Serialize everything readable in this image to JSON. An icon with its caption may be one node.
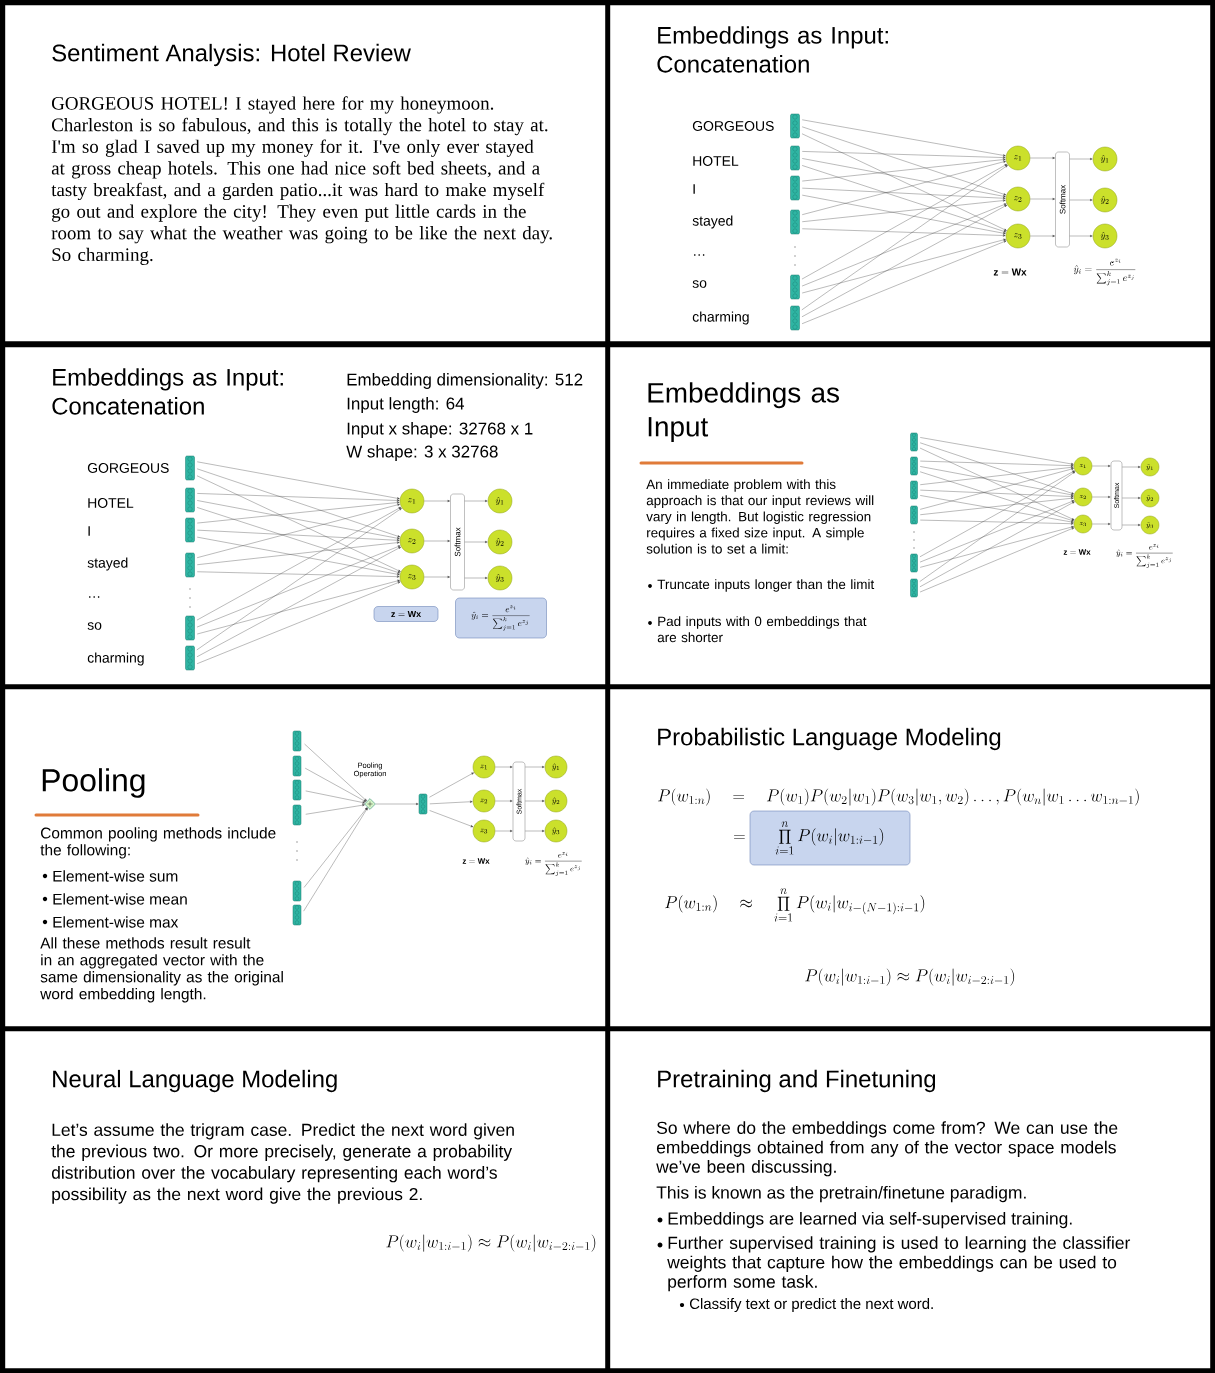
{
  "diagram": {
    "nodes": [
      {
        "text": [
          "Sentiment Analysis: Hotel Review",
          "GORGEOUS HOTEL! I stayed here for my honeymoon. Charleston is so fabulous, and this is totally the hotel to stay at. I'm so glad I saved up my money for it. I've only ever stayed at gross cheap hotels. This one had nice soft bed sheets, and a tasty breakfast, and a garden patio...it was hard to make myself go out and explore the city! They even put little cards in the room to say what the weather was going to be like the next day. So charming."
        ]
      },
      {
        "text": [
          "Embeddings as Input: Concatenation",
          "GORGEOUS",
          "HOTEL",
          "I",
          "stayed",
          "…",
          "so",
          "charming",
          "\\mathbf{z}=\\mathbf{W}\\mathbf{x}",
          "\\hat{y}_i=\\frac{e^{z_i}}{\\sum_{j=1}^{k}e^{z_j}}"
        ]
      },
      {
        "text": [],
        "shape": "box",
        "in": 1
      },
      {
        "text": [],
        "shape": "box",
        "in": 1
      },
      {
        "text": [],
        "shape": "box",
        "in": 1
      },
      {
        "text": [],
        "shape": "box",
        "in": 1
      },
      {
        "text": [],
        "shape": "box",
        "in": 1
      },
      {
        "text": [],
        "shape": "box",
        "in": 1
      },
      {
        "text": [
          "z_1"
        ],
        "in": 1
      },
      {
        "text": [
          "z_2"
        ],
        "in": 1
      },
      {
        "text": [
          "z_3"
        ],
        "in": 1
      },
      {
        "text": [
          "Softmax"
        ],
        "in": 1
      },
      {
        "text": [
          "\\hat{y}_1"
        ],
        "in": 1
      },
      {
        "text": [
          "\\hat{y}_2"
        ],
        "in": 1
      },
      {
        "text": [
          "\\hat{y}_3"
        ],
        "in": 1
      },
      {
        "text": [
          "Embeddings as Input: Concatenation",
          "Embedding dimensionality: 512",
          "Input length: 64",
          "Input x shape: 32768 x 1",
          "W shape: 3 x 32768",
          "GORGEOUS",
          "HOTEL",
          "I",
          "stayed",
          "…",
          "so",
          "charming"
        ]
      },
      {
        "text": [],
        "shape": "box",
        "in": 15
      },
      {
        "text": [],
        "shape": "box",
        "in": 15
      },
      {
        "text": [],
        "shape": "box",
        "in": 15
      },
      {
        "text": [],
        "shape": "box",
        "in": 15
      },
      {
        "text": [],
        "shape": "box",
        "in": 15
      },
      {
        "text": [],
        "shape": "box",
        "in": 15
      },
      {
        "text": [
          "z_1"
        ],
        "in": 15
      },
      {
        "text": [
          "z_2"
        ],
        "in": 15
      },
      {
        "text": [
          "z_3"
        ],
        "in": 15
      },
      {
        "text": [
          "Softmax"
        ],
        "in": 15
      },
      {
        "text": [
          "\\hat{y}_1"
        ],
        "in": 15
      },
      {
        "text": [
          "\\hat{y}_2"
        ],
        "in": 15
      },
      {
        "text": [
          "\\hat{y}_3"
        ],
        "in": 15
      },
      {
        "text": [
          "\\mathbf{z}=\\mathbf{W}\\mathbf{x}"
        ],
        "in": 15
      },
      {
        "text": [
          "\\hat{y}_i=\\frac{e^{z_i}}{\\sum_{j=1}^{k}e^{z_j}}"
        ],
        "in": 15
      },
      {
        "text": [
          "Embeddings as Input",
          "An immediate problem with this approach is that our input reviews will vary in length. But logistic regression requires a fixed size input. A simple solution is to set a limit:",
          "Truncate inputs longer than the limit",
          "Pad inputs with 0 embeddings that are shorter",
          "\\mathbf{z}=\\mathbf{W}\\mathbf{x}",
          "\\hat{y}_i=\\frac{e^{z_i}}{\\sum_{j=1}^{k}e^{z_j}}"
        ]
      },
      {
        "text": [],
        "shape": "box",
        "in": 31
      },
      {
        "text": [],
        "shape": "box",
        "in": 31
      },
      {
        "text": [],
        "shape": "box",
        "in": 31
      },
      {
        "text": [],
        "shape": "box",
        "in": 31
      },
      {
        "text": [],
        "shape": "box",
        "in": 31
      },
      {
        "text": [],
        "shape": "box",
        "in": 31
      },
      {
        "text": [
          "z_1"
        ],
        "in": 31
      },
      {
        "text": [
          "z_2"
        ],
        "in": 31
      },
      {
        "text": [
          "z_3"
        ],
        "in": 31
      },
      {
        "text": [
          "Softmax"
        ],
        "in": 31
      },
      {
        "text": [
          "\\hat{y}_1"
        ],
        "in": 31
      },
      {
        "text": [
          "\\hat{y}_2"
        ],
        "in": 31
      },
      {
        "text": [
          "\\hat{y}_3"
        ],
        "in": 31
      },
      {
        "text": [
          "Pooling",
          "Common pooling methods include the following:",
          "Element-wise sum",
          "Element-wise mean",
          "Element-wise max",
          "All these methods result result in an aggregated vector with the same dimensionality as the original word embedding length.",
          "\\mathbf{z}=\\mathbf{W}\\mathbf{x}",
          "\\hat{y}_i=\\frac{e^{z_i}}{\\sum_{j=1}^{k}e^{z_j}}"
        ]
      },
      {
        "text": [],
        "shape": "box",
        "in": 45
      },
      {
        "text": [],
        "shape": "box",
        "in": 45
      },
      {
        "text": [],
        "shape": "box",
        "in": 45
      },
      {
        "text": [],
        "shape": "box",
        "in": 45
      },
      {
        "text": [],
        "shape": "box",
        "in": 45
      },
      {
        "text": [],
        "shape": "box",
        "in": 45
      },
      {
        "text": [],
        "shape": "diamond",
        "in": 45,
        "beside": [
          "Pooling Operation"
        ]
      },
      {
        "text": [],
        "shape": "box",
        "in": 45
      },
      {
        "text": [
          "z_1"
        ],
        "in": 45
      },
      {
        "text": [
          "z_2"
        ],
        "in": 45
      },
      {
        "text": [
          "z_3"
        ],
        "in": 45
      },
      {
        "text": [
          "Softmax"
        ],
        "in": 45
      },
      {
        "text": [
          "\\hat{y}_1"
        ],
        "in": 45
      },
      {
        "text": [
          "\\hat{y}_2"
        ],
        "in": 45
      },
      {
        "text": [
          "\\hat{y}_3"
        ],
        "in": 45
      },
      {
        "text": [
          "Probabilistic Language Modeling",
          "P(w_{1:n})\\quad=\\quad P(w_1)P(w_2|w_1)P(w_3|w_1,w_2)\\ldots,P(w_n|w_1\\ldots w_{1:n-1})",
          "=",
          "P(w_{1:n})\\quad\\approx\\quad\\prod_{i=1}^{n}P(w_i|w_{i-(N-1):i-1})",
          "P(w_i|w_{1:i-1})\\approx P(w_i|w_{i-2:i-1})"
        ]
      },
      {
        "text": [
          "\\prod_{i=1}^{n}P(w_i|w_{1:i-1})"
        ],
        "in": 61
      },
      {
        "text": [
          "Neural Language Modeling",
          "Let’s assume the trigram case. Predict the next word given the previous two. Or more precisely, generate a probability distribution over the vocabulary representing each word’s possibility as the next word give the previous 2.",
          "P(w_i|w_{1:i-1})\\approx P(w_i|w_{i-2:i-1})"
        ]
      },
      {
        "text": [
          "Pretraining and Finetuning",
          "So where do the embeddings come from? We can use the embeddings obtained from any of the vector space models we’ve been discussing.",
          "This is known as the pretrain/finetune paradigm.",
          "Embeddings are learned via self-supervised training.",
          "Further supervised training is used to learning the classifier weights that capture how the embeddings can be used to perform some task.",
          "Classify text or predict the next word."
        ]
      }
    ],
    "edges": [
      {
        "from": 2,
        "to": 8,
        "arrow": "to"
      },
      {
        "from": 2,
        "to": 9,
        "arrow": "to"
      },
      {
        "from": 2,
        "to": 10,
        "arrow": "to"
      },
      {
        "from": 3,
        "to": 8,
        "arrow": "to"
      },
      {
        "from": 3,
        "to": 9,
        "arrow": "to"
      },
      {
        "from": 3,
        "to": 10,
        "arrow": "to"
      },
      {
        "from": 4,
        "to": 8,
        "arrow": "to"
      },
      {
        "from": 4,
        "to": 9,
        "arrow": "to"
      },
      {
        "from": 4,
        "to": 10,
        "arrow": "to"
      },
      {
        "from": 5,
        "to": 8,
        "arrow": "to"
      },
      {
        "from": 5,
        "to": 9,
        "arrow": "to"
      },
      {
        "from": 5,
        "to": 10,
        "arrow": "to"
      },
      {
        "from": 6,
        "to": 8,
        "arrow": "to"
      },
      {
        "from": 6,
        "to": 9,
        "arrow": "to"
      },
      {
        "from": 6,
        "to": 10,
        "arrow": "to"
      },
      {
        "from": 7,
        "to": 8,
        "arrow": "to"
      },
      {
        "from": 7,
        "to": 9,
        "arrow": "to"
      },
      {
        "from": 7,
        "to": 10,
        "arrow": "to"
      },
      {
        "from": 8,
        "to": 11,
        "arrow": "to"
      },
      {
        "from": 9,
        "to": 11,
        "arrow": "to"
      },
      {
        "from": 10,
        "to": 11,
        "arrow": "to"
      },
      {
        "from": 11,
        "to": 12,
        "arrow": "to"
      },
      {
        "from": 11,
        "to": 13,
        "arrow": "to"
      },
      {
        "from": 11,
        "to": 14,
        "arrow": "to"
      },
      {
        "from": 16,
        "to": 22,
        "arrow": "to"
      },
      {
        "from": 16,
        "to": 23,
        "arrow": "to"
      },
      {
        "from": 16,
        "to": 24,
        "arrow": "to"
      },
      {
        "from": 17,
        "to": 22,
        "arrow": "to"
      },
      {
        "from": 17,
        "to": 23,
        "arrow": "to"
      },
      {
        "from": 17,
        "to": 24,
        "arrow": "to"
      },
      {
        "from": 18,
        "to": 22,
        "arrow": "to"
      },
      {
        "from": 18,
        "to": 23,
        "arrow": "to"
      },
      {
        "from": 18,
        "to": 24,
        "arrow": "to"
      },
      {
        "from": 19,
        "to": 22,
        "arrow": "to"
      },
      {
        "from": 19,
        "to": 23,
        "arrow": "to"
      },
      {
        "from": 19,
        "to": 24,
        "arrow": "to"
      },
      {
        "from": 20,
        "to": 22,
        "arrow": "to"
      },
      {
        "from": 20,
        "to": 23,
        "arrow": "to"
      },
      {
        "from": 20,
        "to": 24,
        "arrow": "to"
      },
      {
        "from": 21,
        "to": 22,
        "arrow": "to"
      },
      {
        "from": 21,
        "to": 23,
        "arrow": "to"
      },
      {
        "from": 21,
        "to": 24,
        "arrow": "to"
      },
      {
        "from": 22,
        "to": 25,
        "arrow": "to"
      },
      {
        "from": 23,
        "to": 25,
        "arrow": "to"
      },
      {
        "from": 24,
        "to": 25,
        "arrow": "to"
      },
      {
        "from": 25,
        "to": 26,
        "arrow": "to"
      },
      {
        "from": 25,
        "to": 27,
        "arrow": "to"
      },
      {
        "from": 25,
        "to": 28,
        "arrow": "to"
      },
      {
        "from": 32,
        "to": 38,
        "arrow": "to"
      },
      {
        "from": 32,
        "to": 39,
        "arrow": "to"
      },
      {
        "from": 32,
        "to": 40,
        "arrow": "to"
      },
      {
        "from": 33,
        "to": 38,
        "arrow": "to"
      },
      {
        "from": 33,
        "to": 39,
        "arrow": "to"
      },
      {
        "from": 33,
        "to": 40,
        "arrow": "to"
      },
      {
        "from": 34,
        "to": 38,
        "arrow": "to"
      },
      {
        "from": 34,
        "to": 39,
        "arrow": "to"
      },
      {
        "from": 34,
        "to": 40,
        "arrow": "to"
      },
      {
        "from": 35,
        "to": 38,
        "arrow": "to"
      },
      {
        "from": 35,
        "to": 39,
        "arrow": "to"
      },
      {
        "from": 35,
        "to": 40,
        "arrow": "to"
      },
      {
        "from": 36,
        "to": 38,
        "arrow": "to"
      },
      {
        "from": 36,
        "to": 39,
        "arrow": "to"
      },
      {
        "from": 36,
        "to": 40,
        "arrow": "to"
      },
      {
        "from": 37,
        "to": 38,
        "arrow": "to"
      },
      {
        "from": 37,
        "to": 39,
        "arrow": "to"
      },
      {
        "from": 37,
        "to": 40,
        "arrow": "to"
      },
      {
        "from": 38,
        "to": 41,
        "arrow": "to"
      },
      {
        "from": 39,
        "to": 41,
        "arrow": "to"
      },
      {
        "from": 40,
        "to": 41,
        "arrow": "to"
      },
      {
        "from": 41,
        "to": 42,
        "arrow": "to"
      },
      {
        "from": 41,
        "to": 43,
        "arrow": "to"
      },
      {
        "from": 41,
        "to": 44,
        "arrow": "to"
      },
      {
        "from": 46,
        "to": 52,
        "arrow": "to"
      },
      {
        "from": 47,
        "to": 52,
        "arrow": "to"
      },
      {
        "from": 48,
        "to": 52,
        "arrow": "to"
      },
      {
        "from": 49,
        "to": 52,
        "arrow": "to"
      },
      {
        "from": 50,
        "to": 52,
        "arrow": "to"
      },
      {
        "from": 51,
        "to": 52,
        "arrow": "to"
      },
      {
        "from": 52,
        "to": 53,
        "arrow": "to"
      },
      {
        "from": 53,
        "to": 54,
        "arrow": "to"
      },
      {
        "from": 53,
        "to": 55,
        "arrow": "to"
      },
      {
        "from": 53,
        "to": 56,
        "arrow": "to"
      },
      {
        "from": 54,
        "to": 57,
        "arrow": "to"
      },
      {
        "from": 55,
        "to": 57,
        "arrow": "to"
      },
      {
        "from": 56,
        "to": 57,
        "arrow": "to"
      },
      {
        "from": 57,
        "to": 58,
        "arrow": "to"
      },
      {
        "from": 57,
        "to": 59,
        "arrow": "to"
      },
      {
        "from": 57,
        "to": 60,
        "arrow": "to"
      }
    ]
  }
}
